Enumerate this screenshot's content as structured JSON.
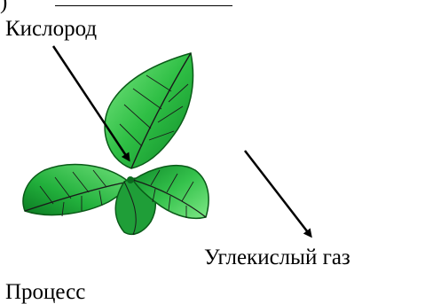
{
  "labels": {
    "oxygen": "Кислород",
    "carbon_dioxide": "Углекислый газ",
    "process": "Процесс",
    "top_clipped": ")"
  },
  "colors": {
    "leaf_light": "#6fe07a",
    "leaf_mid": "#2fbf45",
    "leaf_dark": "#0d7a22",
    "vein": "#1a1a1a",
    "arrow": "#000000"
  },
  "icons": {
    "plant": "mint-leaves-illustration",
    "arrow_in": "arrow-pointing-into-leaf",
    "arrow_out": "arrow-pointing-away-from-leaf"
  }
}
